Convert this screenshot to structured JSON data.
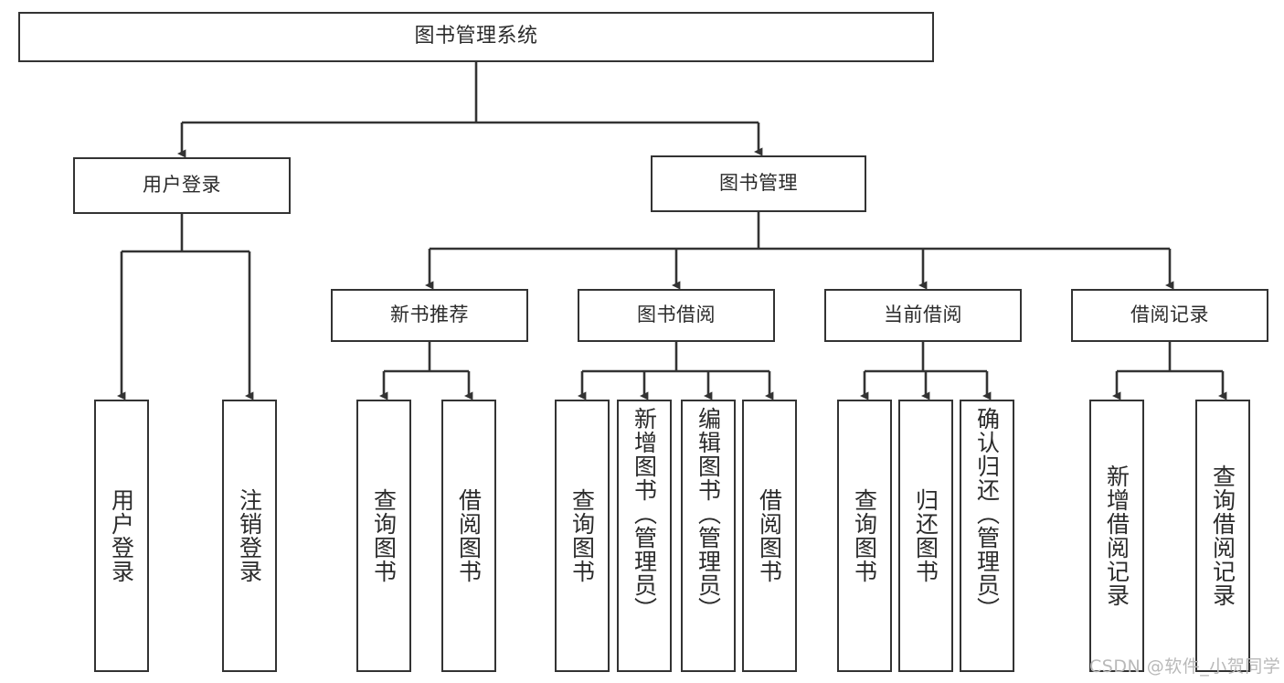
{
  "diagram": {
    "title": "图书管理系统",
    "type": "tree",
    "root": {
      "id": "root",
      "label": "图书管理系统"
    },
    "level1": [
      {
        "id": "user-login",
        "label": "用户登录"
      },
      {
        "id": "book-manage",
        "label": "图书管理"
      }
    ],
    "level2": [
      {
        "id": "new-book-rec",
        "label": "新书推荐",
        "parent": "book-manage"
      },
      {
        "id": "book-borrow",
        "label": "图书借阅",
        "parent": "book-manage"
      },
      {
        "id": "current-borrow",
        "label": "当前借阅",
        "parent": "book-manage"
      },
      {
        "id": "borrow-record",
        "label": "借阅记录",
        "parent": "book-manage"
      }
    ],
    "leaves": {
      "user_login": [
        {
          "id": "leaf-user-login",
          "label": "用户登录"
        },
        {
          "id": "leaf-logout",
          "label": "注销登录"
        }
      ],
      "new_book_rec": [
        {
          "id": "leaf-query-book-1",
          "label": "查询图书"
        },
        {
          "id": "leaf-borrow-book-1",
          "label": "借阅图书"
        }
      ],
      "book_borrow": [
        {
          "id": "leaf-query-book-2",
          "label": "查询图书"
        },
        {
          "id": "leaf-add-book",
          "label": "新增图书（管理员）"
        },
        {
          "id": "leaf-edit-book",
          "label": "编辑图书（管理员）"
        },
        {
          "id": "leaf-borrow-book-2",
          "label": "借阅图书"
        }
      ],
      "current_borrow": [
        {
          "id": "leaf-query-book-3",
          "label": "查询图书"
        },
        {
          "id": "leaf-return-book",
          "label": "归还图书"
        },
        {
          "id": "leaf-confirm-return",
          "label": "确认归还（管理员）"
        }
      ],
      "borrow_record": [
        {
          "id": "leaf-add-record",
          "label": "新增借阅记录"
        },
        {
          "id": "leaf-query-record",
          "label": "查询借阅记录"
        }
      ]
    },
    "colors": {
      "stroke": "#333333",
      "box_fill": "#ffffff",
      "text": "#2b2b2b",
      "watermark": "#b9b9b9",
      "background": "#ffffff"
    }
  },
  "watermark": {
    "text": "CSDN @软件_小贺同学"
  }
}
